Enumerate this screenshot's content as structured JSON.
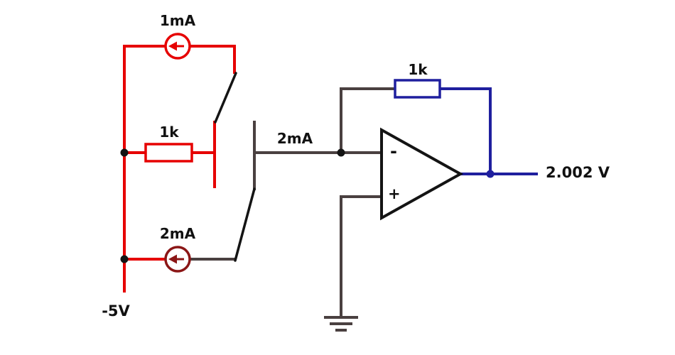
{
  "colors": {
    "red": "#e60000",
    "dark_red": "#8b1616",
    "wire": "#4a4040",
    "blue": "#1f1f9e",
    "black": "#141414",
    "background": "#ffffff"
  },
  "labels": {
    "top_current_source": "1mA",
    "input_resistor": "1k",
    "bottom_current_source": "2mA",
    "summed_current": "2mA",
    "feedback_resistor": "1k",
    "negative_supply": "-5V",
    "output_voltage": "2.002 V",
    "opamp_inverting": "-",
    "opamp_noninverting": "+"
  }
}
